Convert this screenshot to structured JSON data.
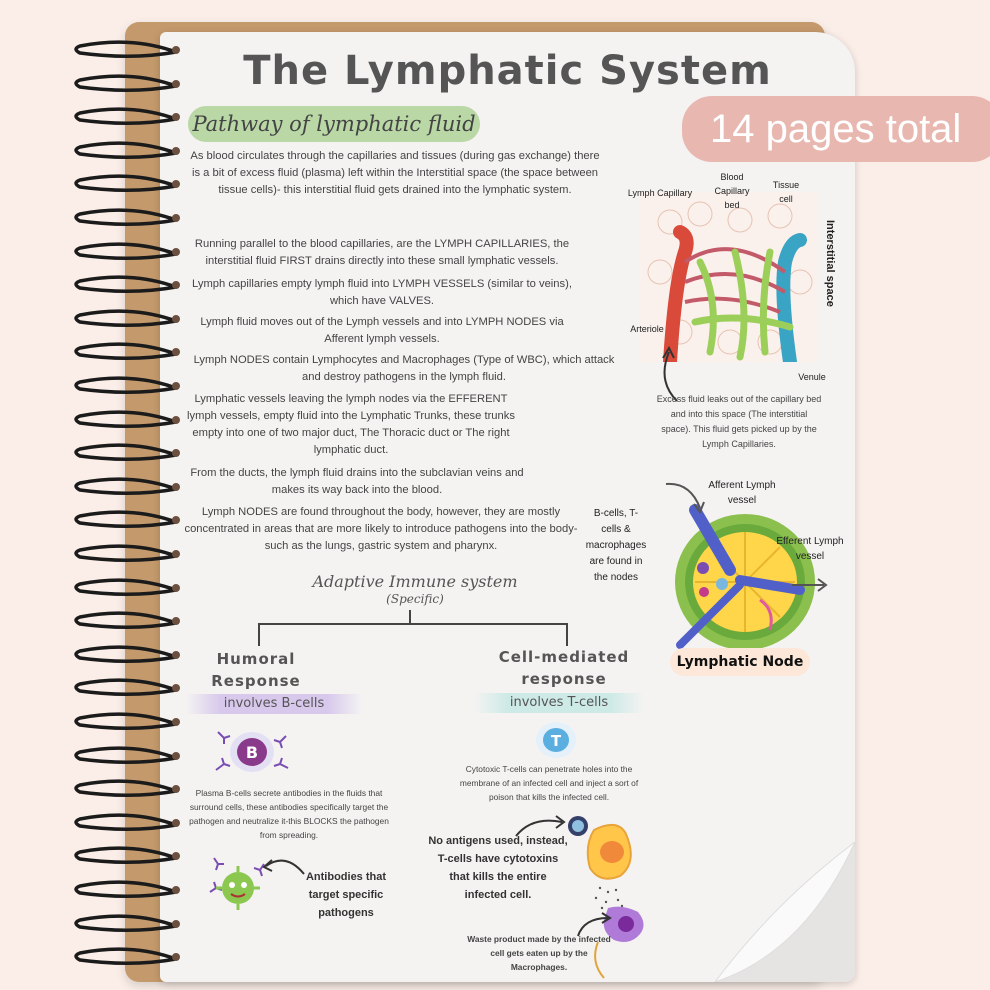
{
  "header": {
    "title": "The Lymphatic System",
    "pages_badge": "14 pages total"
  },
  "pathway": {
    "heading": "Pathway of lymphatic fluid",
    "paragraphs": [
      "As blood circulates through the capillaries and tissues (during gas exchange) there is a bit of excess fluid (plasma) left within the Interstitial space (the space between tissue cells)- this interstitial fluid gets drained into the lymphatic system.",
      "Running parallel to the blood capillaries, are the LYMPH CAPILLARIES, the interstitial fluid FIRST drains directly into these small lymphatic vessels.",
      "Lymph capillaries empty lymph fluid into LYMPH VESSELS (similar to veins), which have VALVES.",
      "Lymph fluid moves out of the Lymph vessels and into LYMPH NODES via Afferent lymph vessels.",
      "Lymph NODES contain Lymphocytes and Macrophages (Type of WBC), which attack and destroy pathogens in the lymph fluid.",
      "Lymphatic vessels leaving the lymph nodes via the EFFERENT lymph vessels, empty fluid into the Lymphatic Trunks, these trunks empty into one of two major duct, The Thoracic duct or The right lymphatic duct.",
      "From the ducts, the lymph fluid drains into the subclavian veins and makes its way back into the blood.",
      "Lymph NODES are found throughout the body, however, they are mostly concentrated in areas that are more likely to introduce pathogens into the body- such as the lungs, gastric system and pharynx."
    ]
  },
  "capillary_diagram": {
    "lymph_capillary": "Lymph Capillary",
    "blood_capillary_bed": "Blood Capillary bed",
    "tissue_cell": "Tissue cell",
    "interstitial_space": "Interstitial space",
    "arteriole": "Arteriole",
    "venule": "Venule",
    "caption": "Excess fluid leaks out of the capillary bed and into this space (The interstitial space). This fluid gets picked up by the Lymph Capillaries."
  },
  "node_diagram": {
    "afferent": "Afferent Lymph vessel",
    "efferent": "Efferent Lymph vessel",
    "cells_note": "B-cells, T-cells & macrophages are found in the nodes",
    "label": "Lymphatic Node"
  },
  "immune": {
    "heading": "Adaptive Immune system",
    "subheading": "(Specific)",
    "humoral": {
      "title": "Humoral Response",
      "band": "involves B-cells",
      "cell_letter": "B",
      "text": "Plasma B-cells secrete antibodies in the fluids that surround cells, these antibodies specifically target the pathogen and neutralize it-this BLOCKS the pathogen from spreading.",
      "antibodies_note": "Antibodies that target specific pathogens"
    },
    "cell_mediated": {
      "title": "Cell-mediated response",
      "band": "involves T-cells",
      "cell_letter": "T",
      "text": "Cytotoxic T-cells can penetrate holes into the membrane of an infected cell and inject a sort of poison that kills the infected cell.",
      "no_antigens_note": "No antigens used, instead, T-cells have cytotoxins that kills the entire infected cell.",
      "waste_note": "Waste product made by the infected cell gets eaten up by the Macrophages."
    }
  },
  "colors": {
    "background": "#fbeee8",
    "board": "#c49a6c",
    "green_pill": "#b9d8a6",
    "pink_badge": "#e8b8b0",
    "purple_band": "#d7c8ec",
    "teal_band": "#cdeae6"
  }
}
